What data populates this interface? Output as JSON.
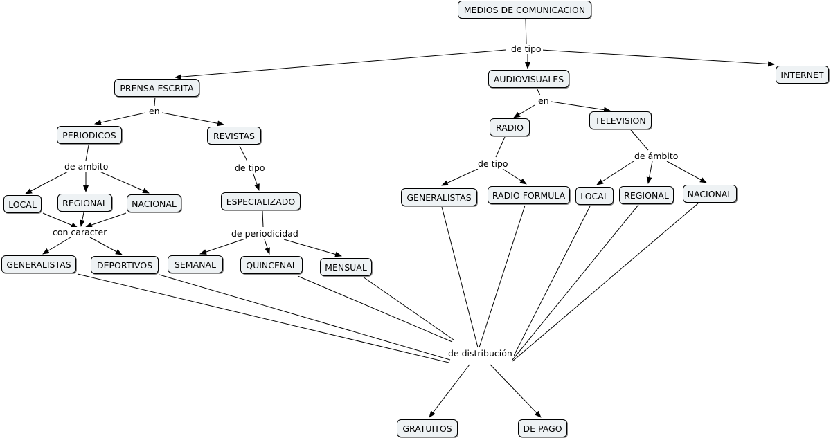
{
  "nodes": {
    "medios": "MEDIOS DE COMUNICACION",
    "prensa": "PRENSA ESCRITA",
    "audiovisuales": "AUDIOVISUALES",
    "internet": "INTERNET",
    "periodicos": "PERIODICOS",
    "revistas": "REVISTAS",
    "radio": "RADIO",
    "television": "TELEVISION",
    "local1": "LOCAL",
    "regional1": "REGIONAL",
    "nacional1": "NACIONAL",
    "especializado": "ESPECIALIZADO",
    "generalistas1": "GENERALISTAS",
    "deportivos": "DEPORTIVOS",
    "semanal": "SEMANAL",
    "quincenal": "QUINCENAL",
    "mensual": "MENSUAL",
    "generalistas2": "GENERALISTAS",
    "radioformula": "RADIO FORMULA",
    "local2": "LOCAL",
    "regional2": "REGIONAL",
    "nacional2": "NACIONAL",
    "gratuitos": "GRATUITOS",
    "depago": "DE PAGO"
  },
  "links": {
    "de_tipo_top": "de tipo",
    "en_prensa": "en",
    "en_audio": "en",
    "de_ambito_periodicos": "de ambito",
    "de_tipo_revistas": "de tipo",
    "de_tipo_radio": "de tipo",
    "de_ambito_tv": "de ámbito",
    "con_caracter": "con caracter",
    "de_periodicidad": "de periodicidad",
    "de_distribucion": "de distribución"
  }
}
